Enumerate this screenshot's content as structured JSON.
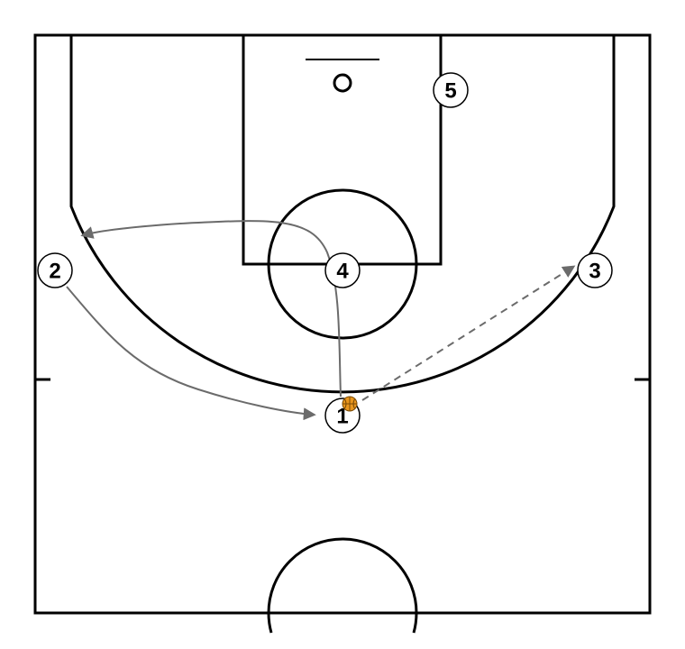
{
  "players": [
    {
      "id": "p1",
      "label": "1",
      "has_ball": true
    },
    {
      "id": "p2",
      "label": "2",
      "has_ball": false
    },
    {
      "id": "p3",
      "label": "3",
      "has_ball": false
    },
    {
      "id": "p4",
      "label": "4",
      "has_ball": false
    },
    {
      "id": "p5",
      "label": "5",
      "has_ball": false
    }
  ],
  "actions": [
    {
      "type": "cut",
      "player": "2",
      "to": "1"
    },
    {
      "type": "cut",
      "player": "4",
      "to": "2-wing"
    },
    {
      "type": "pass",
      "from": "1",
      "to": "3"
    }
  ],
  "colors": {
    "court_lines": "#000000",
    "movement": "#6b6b6b",
    "ball": "#e8961e"
  },
  "icons": {
    "ball": "basketball-icon"
  }
}
